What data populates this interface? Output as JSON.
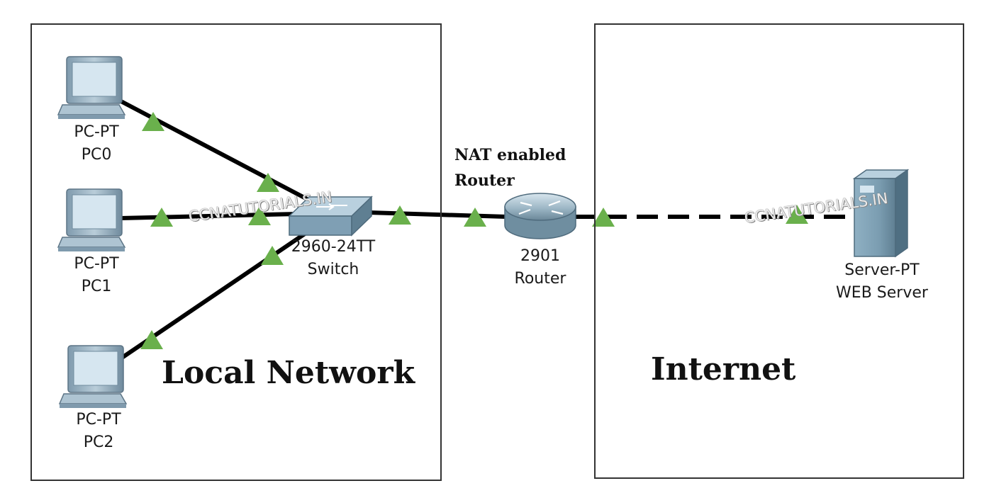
{
  "zones": {
    "local": {
      "title": "Local Network"
    },
    "internet": {
      "title": "Internet"
    }
  },
  "devices": {
    "pc0": {
      "model": "PC-PT",
      "name": "PC0"
    },
    "pc1": {
      "model": "PC-PT",
      "name": "PC1"
    },
    "pc2": {
      "model": "PC-PT",
      "name": "PC2"
    },
    "switch": {
      "model": "2960-24TT",
      "name": "Switch"
    },
    "router": {
      "model": "2901",
      "name": "Router",
      "note_line1": "NAT enabled",
      "note_line2": "Router"
    },
    "server": {
      "model": "Server-PT",
      "name": "WEB Server"
    }
  },
  "watermark": "CCNATUTORIALS.IN",
  "colors": {
    "link": "#000000",
    "link_status": "#6ab04c",
    "device_frame": "#9ab2c2",
    "device_screen": "#d6e6f0"
  }
}
